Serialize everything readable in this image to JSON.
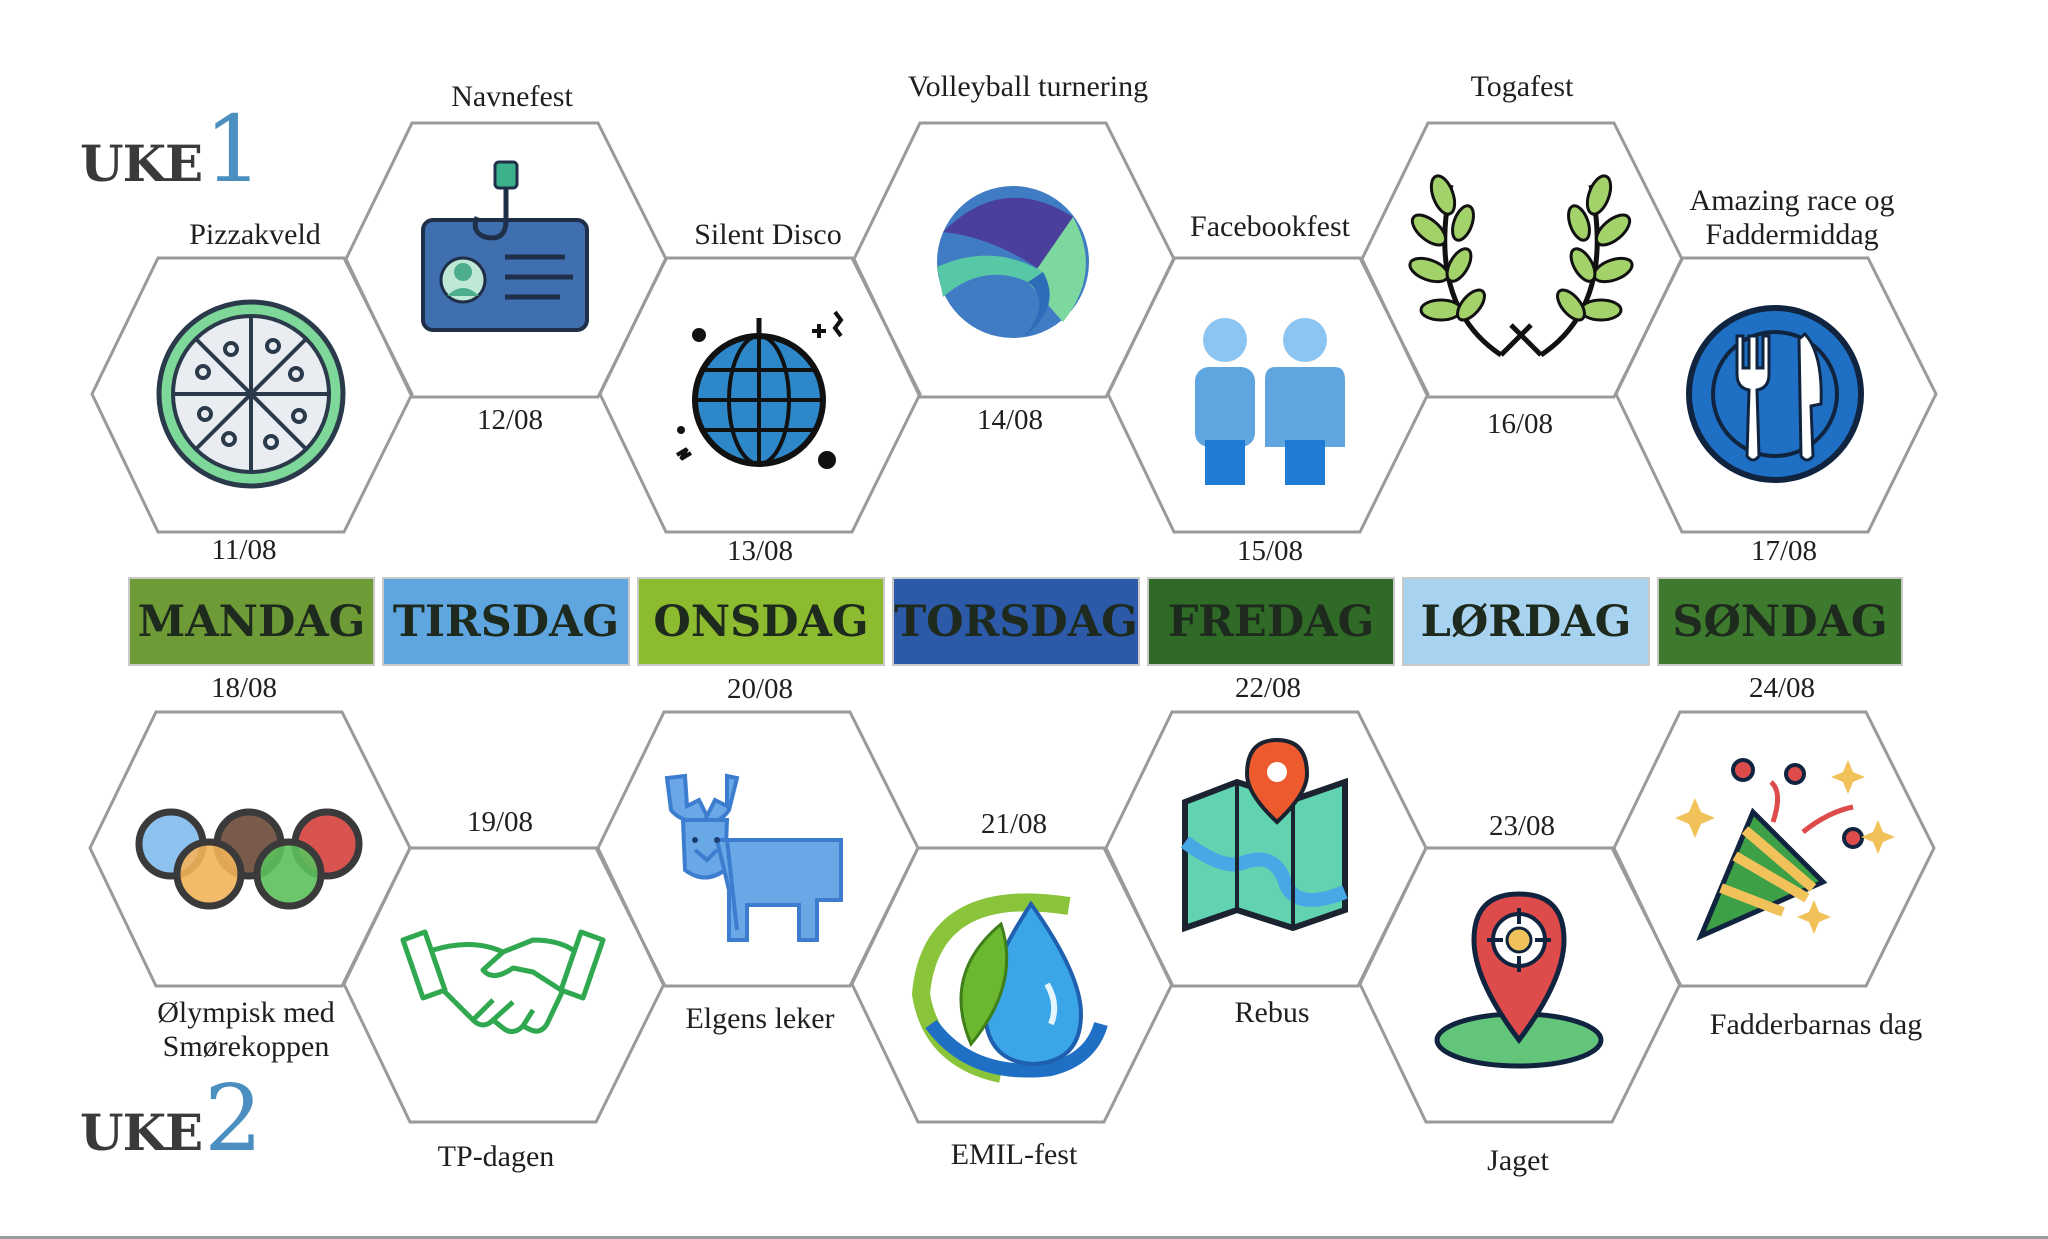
{
  "week1": {
    "label": "UKE",
    "num": "1"
  },
  "week2": {
    "label": "UKE",
    "num": "2"
  },
  "days": [
    {
      "name": "MANDAG",
      "color": "#6e9b36"
    },
    {
      "name": "TIRSDAG",
      "color": "#5fa6e0"
    },
    {
      "name": "ONSDAG",
      "color": "#8dbb2f"
    },
    {
      "name": "TORSDAG",
      "color": "#2c5aa8"
    },
    {
      "name": "FREDAG",
      "color": "#2f6a26"
    },
    {
      "name": "LØRDAG",
      "color": "#a7d3f0"
    },
    {
      "name": "SØNDAG",
      "color": "#3d7a2e"
    }
  ],
  "week1_events": [
    {
      "title": "Pizzakveld",
      "date": "11/08",
      "icon": "pizza-icon"
    },
    {
      "title": "Navnefest",
      "date": "12/08",
      "icon": "name-badge-icon"
    },
    {
      "title": "Silent Disco",
      "date": "13/08",
      "icon": "disco-ball-icon"
    },
    {
      "title": "Volleyball turnering",
      "date": "14/08",
      "icon": "volleyball-icon"
    },
    {
      "title": "Facebookfest",
      "date": "15/08",
      "icon": "people-icon"
    },
    {
      "title": "Togafest",
      "date": "16/08",
      "icon": "laurel-wreath-icon"
    },
    {
      "title": "Amazing race og Faddermiddag",
      "date": "17/08",
      "icon": "plate-cutlery-icon"
    }
  ],
  "week2_events": [
    {
      "title": "Ølympisk med Smørekoppen",
      "date": "18/08",
      "icon": "olympic-rings-icon"
    },
    {
      "title": "TP-dagen",
      "date": "19/08",
      "icon": "handshake-icon"
    },
    {
      "title": "Elgens leker",
      "date": "20/08",
      "icon": "moose-icon"
    },
    {
      "title": "EMIL-fest",
      "date": "21/08",
      "icon": "water-leaf-icon"
    },
    {
      "title": "Rebus",
      "date": "22/08",
      "icon": "map-pin-icon"
    },
    {
      "title": "Jaget",
      "date": "23/08",
      "icon": "target-location-icon"
    },
    {
      "title": "Fadderbarnas dag",
      "date": "24/08",
      "icon": "party-popper-icon"
    }
  ]
}
